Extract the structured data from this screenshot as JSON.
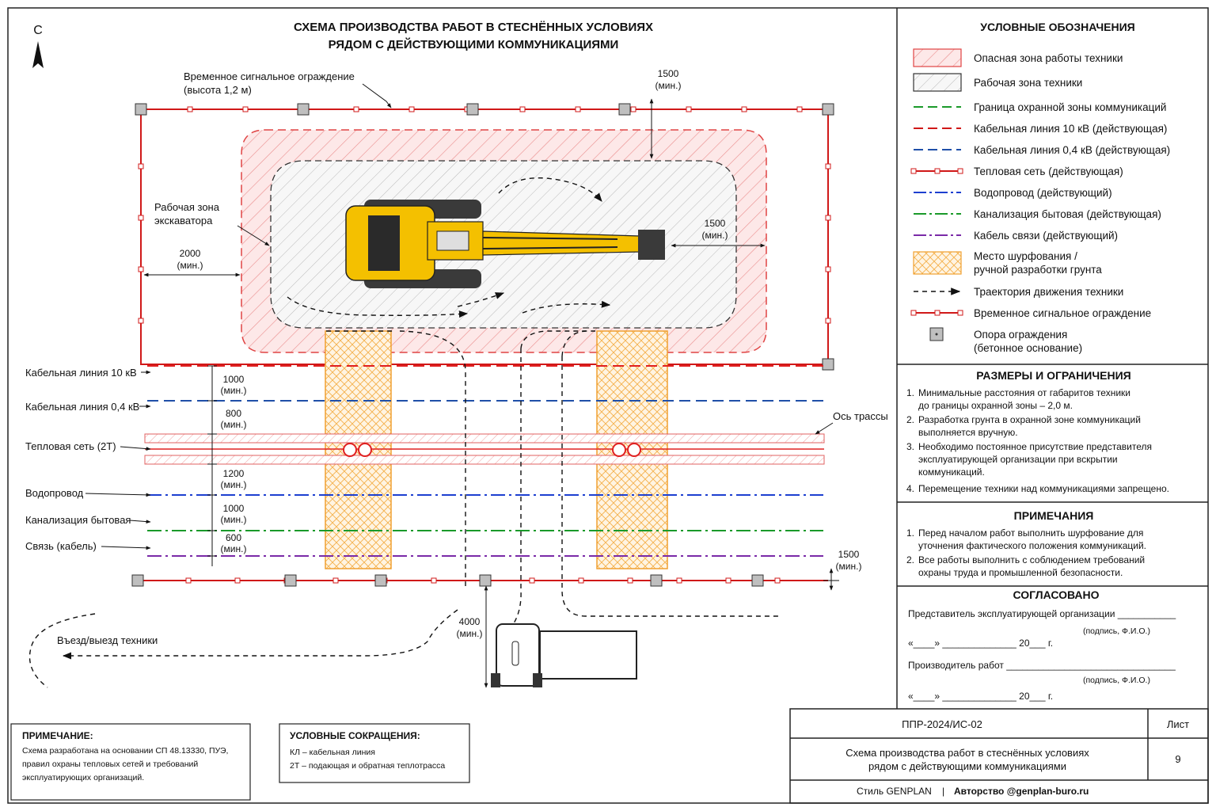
{
  "title": {
    "line1": "СХЕМА ПРОИЗВОДСТВА РАБОТ В СТЕСНЁННЫХ УСЛОВИЯХ",
    "line2": "РЯДОМ С ДЕЙСТВУЮЩИМИ КОММУНИКАЦИЯМИ"
  },
  "north": "С",
  "plan": {
    "fence_label_1": "Временное сигнальное ограждение",
    "fence_label_2": "(высота 1,2 м)",
    "work_zone_label_1": "Рабочая зона",
    "work_zone_label_2": "экскаватора",
    "axis_label": "Ось трассы",
    "entry_label": "Въезд/выезд техники",
    "min": "(мин.)",
    "dims": {
      "top": "1500",
      "left": "2000",
      "right": "1500",
      "d1": "1000",
      "d2": "800",
      "d3": "1200",
      "d4": "1000",
      "d5": "600",
      "bottom_right": "1500",
      "truck": "4000"
    },
    "utilities": [
      {
        "label": "Кабельная линия 10 кВ",
        "color": "#e02020"
      },
      {
        "label": "Кабельная линия 0,4 кВ",
        "color": "#1f4fa8"
      },
      {
        "label": "Тепловая сеть (2Т)",
        "color": "#e02020"
      },
      {
        "label": "Водопровод",
        "color": "#1d3fd0"
      },
      {
        "label": "Канализация бытовая",
        "color": "#1a9a2a"
      },
      {
        "label": "Связь (кабель)",
        "color": "#7a2aa8"
      }
    ]
  },
  "legend": {
    "title": "УСЛОВНЫЕ ОБОЗНАЧЕНИЯ",
    "items": [
      {
        "label": "Опасная зона работы техники",
        "icon": "danger-zone-hatch"
      },
      {
        "label": "Рабочая зона техники",
        "icon": "work-zone-hatch"
      },
      {
        "label": "Граница охранной зоны коммуникаций",
        "icon": "green-dashed-line",
        "color": "#1a9a2a"
      },
      {
        "label": "Кабельная линия 10 кВ (действующая)",
        "icon": "red-dashed-line",
        "color": "#d01818"
      },
      {
        "label": "Кабельная линия 0,4 кВ (действующая)",
        "icon": "blue-dashed-line",
        "color": "#1f4fa8"
      },
      {
        "label": "Тепловая сеть (действующая)",
        "icon": "heat-line-with-squares",
        "color": "#d01818"
      },
      {
        "label": "Водопровод (действующий)",
        "icon": "blue-dash-dot-line",
        "color": "#1d3fd0"
      },
      {
        "label": "Канализация бытовая (действующая)",
        "icon": "green-dash-dot-line",
        "color": "#1a9a2a"
      },
      {
        "label": "Кабель связи (действующий)",
        "icon": "purple-dash-dot-line",
        "color": "#7a2aa8"
      },
      {
        "label_1": "Место шурфования /",
        "label_2": "ручной разработки грунта",
        "icon": "pit-hatch",
        "color": "#f5a623"
      },
      {
        "label": "Траектория движения техники",
        "icon": "dashed-arrow"
      },
      {
        "label": "Временное сигнальное ограждение",
        "icon": "fence-line",
        "color": "#d01818"
      },
      {
        "label_1": "Опора ограждения",
        "label_2": "(бетонное основание)",
        "icon": "fence-post-square"
      }
    ]
  },
  "limits": {
    "title": "РАЗМЕРЫ И ОГРАНИЧЕНИЯ",
    "items": [
      {
        "num": "1.",
        "lines": [
          "Минимальные расстояния от габаритов техники",
          "до границы охранной зоны – 2,0 м."
        ]
      },
      {
        "num": "2.",
        "lines": [
          "Разработка грунта в охранной зоне коммуникаций",
          "выполняется вручную."
        ]
      },
      {
        "num": "3.",
        "lines": [
          "Необходимо постоянное присутствие представителя",
          "эксплуатирующей организации при вскрытии",
          "коммуникаций."
        ]
      },
      {
        "num": "4.",
        "lines": [
          "Перемещение техники над коммуникациями запрещено."
        ]
      }
    ]
  },
  "notes": {
    "title": "ПРИМЕЧАНИЯ",
    "items": [
      {
        "num": "1.",
        "lines": [
          "Перед началом работ выполнить шурфование для",
          "уточнения фактического положения коммуникаций."
        ]
      },
      {
        "num": "2.",
        "lines": [
          "Все работы выполнить с соблюдением требований",
          "охраны труда и промышленной безопасности."
        ]
      }
    ]
  },
  "approved": {
    "title": "СОГЛАСОВАНО",
    "rep": "Представитель эксплуатирующей организации ___________",
    "sign": "(подпись, Ф.И.О.)",
    "date": "«____» ______________ 20___ г.",
    "producer": "Производитель работ ________________________________"
  },
  "stamp": {
    "code": "ППР-2024/ИС-02",
    "sheet_label": "Лист",
    "sheet_num": "9",
    "name_1": "Схема производства работ в стеснённых условиях",
    "name_2": "рядом с действующими коммуникациями",
    "style": "Стиль GENPLAN",
    "sep": "|",
    "author": "Авторство @genplan-buro.ru"
  },
  "bottom_note": {
    "title": "ПРИМЕЧАНИЕ:",
    "lines": [
      "Схема разработана на основании СП 48.13330, ПУЭ,",
      "правил охраны тепловых сетей и требований",
      "эксплуатирующих организаций."
    ]
  },
  "abbr": {
    "title": "УСЛОВНЫЕ СОКРАЩЕНИЯ:",
    "lines": [
      "КЛ – кабельная линия",
      "2Т – подающая и обратная теплотрасса"
    ]
  }
}
